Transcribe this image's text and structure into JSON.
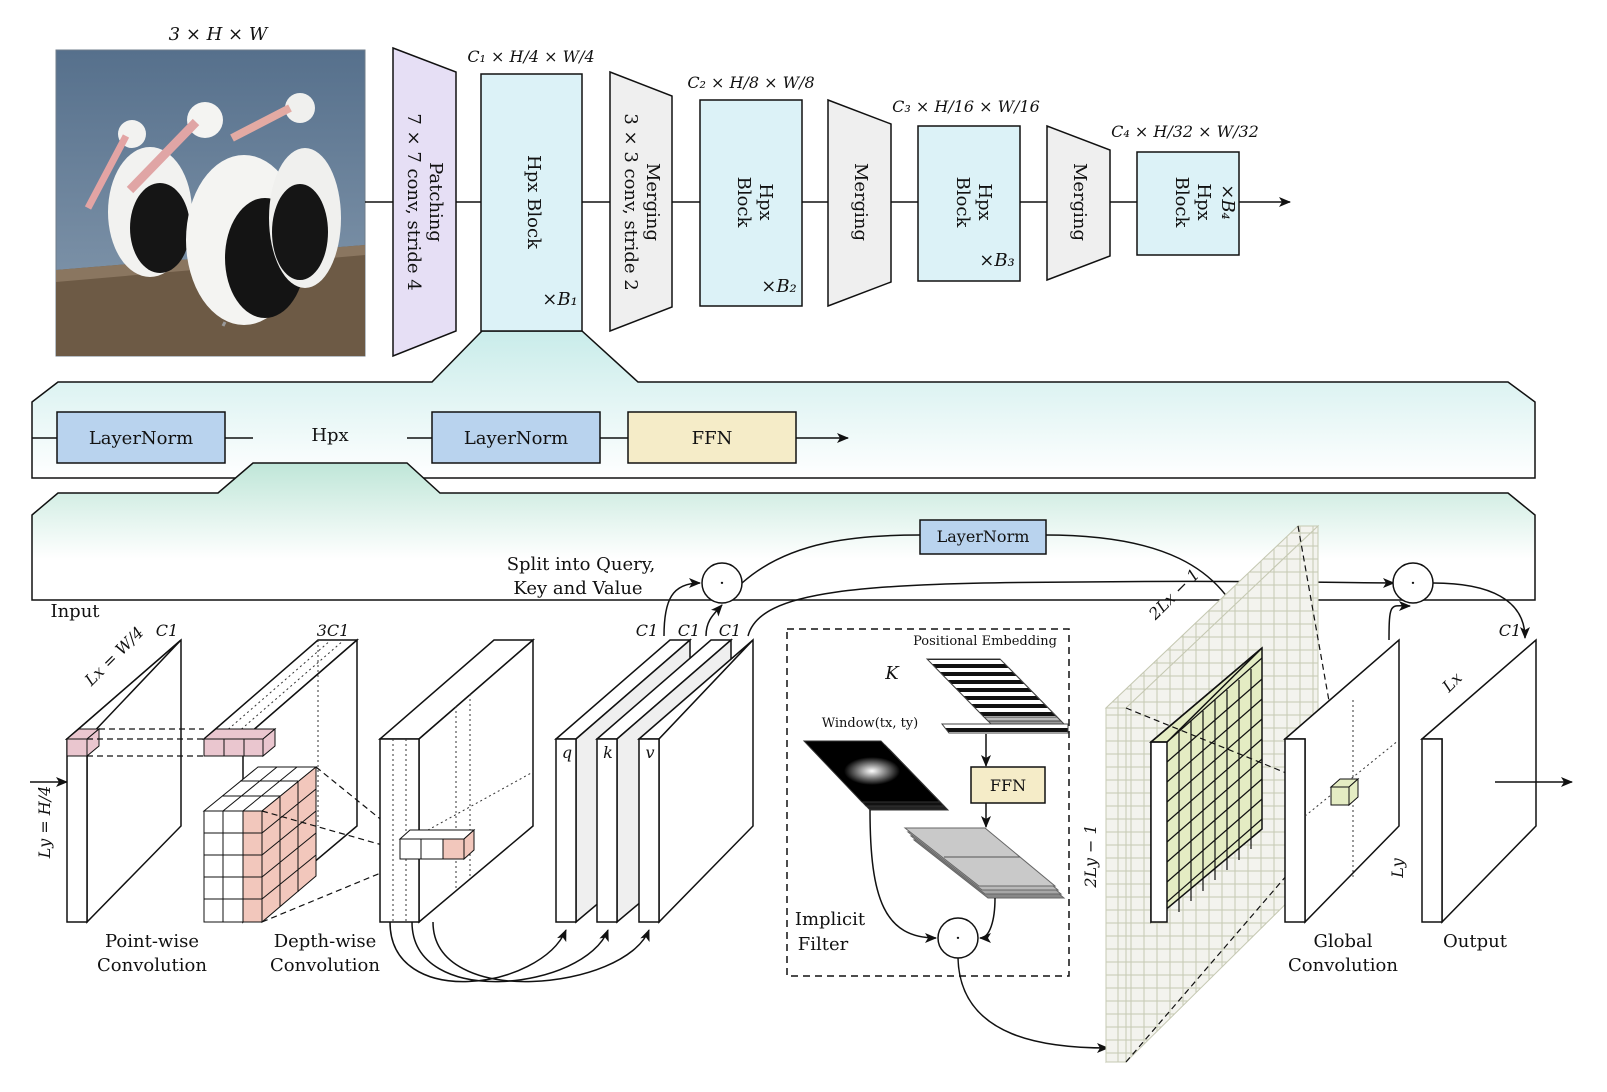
{
  "input_dims": "3 × H × W",
  "top_stages": {
    "patching": [
      "Patching",
      "7 × 7 conv, stride 4"
    ],
    "merging1": [
      "Merging",
      "3 × 3 conv, stride 2"
    ],
    "merging": "Merging",
    "stage1": {
      "dims": "C₁ × H/4 × W/4",
      "label": "Hpx Block",
      "repeat": "×B₁"
    },
    "stage2": {
      "dims": "C₂ × H/8 × W/8",
      "label1": "Hpx",
      "label2": "Block",
      "repeat": "×B₂"
    },
    "stage3": {
      "dims": "C₃ × H/16 × W/16",
      "label1": "Hpx",
      "label2": "Block",
      "repeat": "×B₃"
    },
    "stage4": {
      "dims": "C₄ × H/32 × W/32",
      "label1": "Hpx",
      "label2": "Block",
      "repeat": "×B₄"
    }
  },
  "block_row": {
    "layernorm1": "LayerNorm",
    "hpx": "Hpx",
    "layernorm2": "LayerNorm",
    "ffn": "FFN"
  },
  "detail": {
    "input": "Input",
    "lx": "Lx = W/4",
    "ly": "Ly = H/4",
    "c1": "C1",
    "three_c1": "3C1",
    "pointwise": [
      "Point-wise",
      "Convolution"
    ],
    "depthwise": [
      "Depth-wise",
      "Convolution"
    ],
    "split": [
      "Split into Query,",
      "Key and Value"
    ],
    "q": "q",
    "k": "k",
    "v": "v",
    "layernorm": "LayerNorm",
    "dot": "·",
    "pos_embed": "Positional Embedding",
    "K": "K",
    "window": "Window(tx, ty)",
    "ffn": "FFN",
    "implicit": [
      "Implicit",
      "Filter"
    ],
    "two_lx": "2Lx − 1",
    "two_ly": "2Ly − 1",
    "global": [
      "Global",
      "Convolution"
    ],
    "output": "Output",
    "lx_out": "Lx",
    "ly_out": "Ly"
  },
  "colors": {
    "patching": "#e6dff5",
    "hpx_block": "#dcf2f7",
    "merging": "#efefef",
    "layernorm": "#b9d3ee",
    "ffn": "#f5ecc8",
    "pink": "#eac6cf",
    "salmon": "#f2c7bc",
    "filter": "#e4ecc3"
  }
}
